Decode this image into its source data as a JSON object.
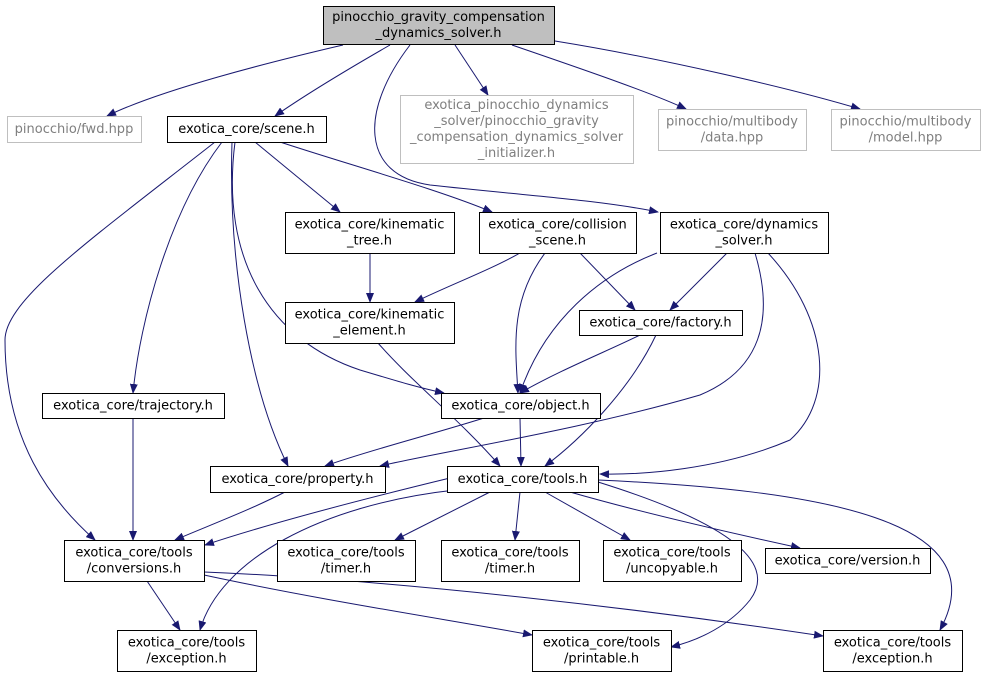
{
  "colors": {
    "edge": "#191970",
    "root_fill": "#bfbfbf",
    "normal_stroke": "#000000",
    "missing_stroke": "#bfbfbf",
    "missing_text": "#7f7f7f",
    "text": "#000000"
  },
  "nodes": [
    {
      "id": "root",
      "style": "root",
      "lines": [
        "pinocchio_gravity_compensation",
        "_dynamics_solver.h"
      ]
    },
    {
      "id": "fwd",
      "style": "missing",
      "lines": [
        "pinocchio/fwd.hpp"
      ]
    },
    {
      "id": "scene",
      "style": "normal",
      "lines": [
        "exotica_core/scene.h"
      ]
    },
    {
      "id": "init",
      "style": "missing",
      "lines": [
        "exotica_pinocchio_dynamics",
        "_solver/pinocchio_gravity",
        "_compensation_dynamics_solver",
        "_initializer.h"
      ]
    },
    {
      "id": "data",
      "style": "missing",
      "lines": [
        "pinocchio/multibody",
        "/data.hpp"
      ]
    },
    {
      "id": "model",
      "style": "missing",
      "lines": [
        "pinocchio/multibody",
        "/model.hpp"
      ]
    },
    {
      "id": "ktree",
      "style": "normal",
      "lines": [
        "exotica_core/kinematic",
        "_tree.h"
      ]
    },
    {
      "id": "cscene",
      "style": "normal",
      "lines": [
        "exotica_core/collision",
        "_scene.h"
      ]
    },
    {
      "id": "dsolver",
      "style": "normal",
      "lines": [
        "exotica_core/dynamics",
        "_solver.h"
      ]
    },
    {
      "id": "kelem",
      "style": "normal",
      "lines": [
        "exotica_core/kinematic",
        "_element.h"
      ]
    },
    {
      "id": "factory",
      "style": "normal",
      "lines": [
        "exotica_core/factory.h"
      ]
    },
    {
      "id": "traj",
      "style": "normal",
      "lines": [
        "exotica_core/trajectory.h"
      ]
    },
    {
      "id": "object",
      "style": "normal",
      "lines": [
        "exotica_core/object.h"
      ]
    },
    {
      "id": "property",
      "style": "normal",
      "lines": [
        "exotica_core/property.h"
      ]
    },
    {
      "id": "tools",
      "style": "normal",
      "lines": [
        "exotica_core/tools.h"
      ]
    },
    {
      "id": "conv",
      "style": "normal",
      "lines": [
        "exotica_core/tools",
        "/conversions.h"
      ]
    },
    {
      "id": "timer1",
      "style": "normal",
      "lines": [
        "exotica_core/tools",
        "/timer.h"
      ]
    },
    {
      "id": "timer2",
      "style": "normal",
      "lines": [
        "exotica_core/tools",
        "/timer.h"
      ]
    },
    {
      "id": "uncop",
      "style": "normal",
      "lines": [
        "exotica_core/tools",
        "/uncopyable.h"
      ]
    },
    {
      "id": "version",
      "style": "normal",
      "lines": [
        "exotica_core/version.h"
      ]
    },
    {
      "id": "exc1",
      "style": "normal",
      "lines": [
        "exotica_core/tools",
        "/exception.h"
      ]
    },
    {
      "id": "printable",
      "style": "normal",
      "lines": [
        "exotica_core/tools",
        "/printable.h"
      ]
    },
    {
      "id": "exc2",
      "style": "normal",
      "lines": [
        "exotica_core/tools",
        "/exception.h"
      ]
    }
  ],
  "edges": [
    {
      "from": "root",
      "to": "fwd"
    },
    {
      "from": "root",
      "to": "scene"
    },
    {
      "from": "root",
      "to": "init"
    },
    {
      "from": "root",
      "to": "data"
    },
    {
      "from": "root",
      "to": "model"
    },
    {
      "from": "root",
      "to": "dsolver"
    },
    {
      "from": "scene",
      "to": "ktree"
    },
    {
      "from": "scene",
      "to": "cscene"
    },
    {
      "from": "scene",
      "to": "traj"
    },
    {
      "from": "scene",
      "to": "object"
    },
    {
      "from": "scene",
      "to": "property"
    },
    {
      "from": "scene",
      "to": "conv"
    },
    {
      "from": "ktree",
      "to": "kelem"
    },
    {
      "from": "cscene",
      "to": "kelem"
    },
    {
      "from": "cscene",
      "to": "factory"
    },
    {
      "from": "cscene",
      "to": "object"
    },
    {
      "from": "dsolver",
      "to": "factory"
    },
    {
      "from": "dsolver",
      "to": "object"
    },
    {
      "from": "dsolver",
      "to": "property"
    },
    {
      "from": "dsolver",
      "to": "tools"
    },
    {
      "from": "kelem",
      "to": "tools"
    },
    {
      "from": "factory",
      "to": "object"
    },
    {
      "from": "factory",
      "to": "tools"
    },
    {
      "from": "traj",
      "to": "conv"
    },
    {
      "from": "object",
      "to": "property"
    },
    {
      "from": "object",
      "to": "tools"
    },
    {
      "from": "property",
      "to": "conv"
    },
    {
      "from": "tools",
      "to": "conv"
    },
    {
      "from": "tools",
      "to": "timer1"
    },
    {
      "from": "tools",
      "to": "timer2"
    },
    {
      "from": "tools",
      "to": "uncop"
    },
    {
      "from": "tools",
      "to": "version"
    },
    {
      "from": "tools",
      "to": "exc1"
    },
    {
      "from": "tools",
      "to": "printable"
    },
    {
      "from": "tools",
      "to": "exc2"
    },
    {
      "from": "conv",
      "to": "exc1"
    },
    {
      "from": "conv",
      "to": "printable"
    },
    {
      "from": "conv",
      "to": "exc2"
    }
  ]
}
